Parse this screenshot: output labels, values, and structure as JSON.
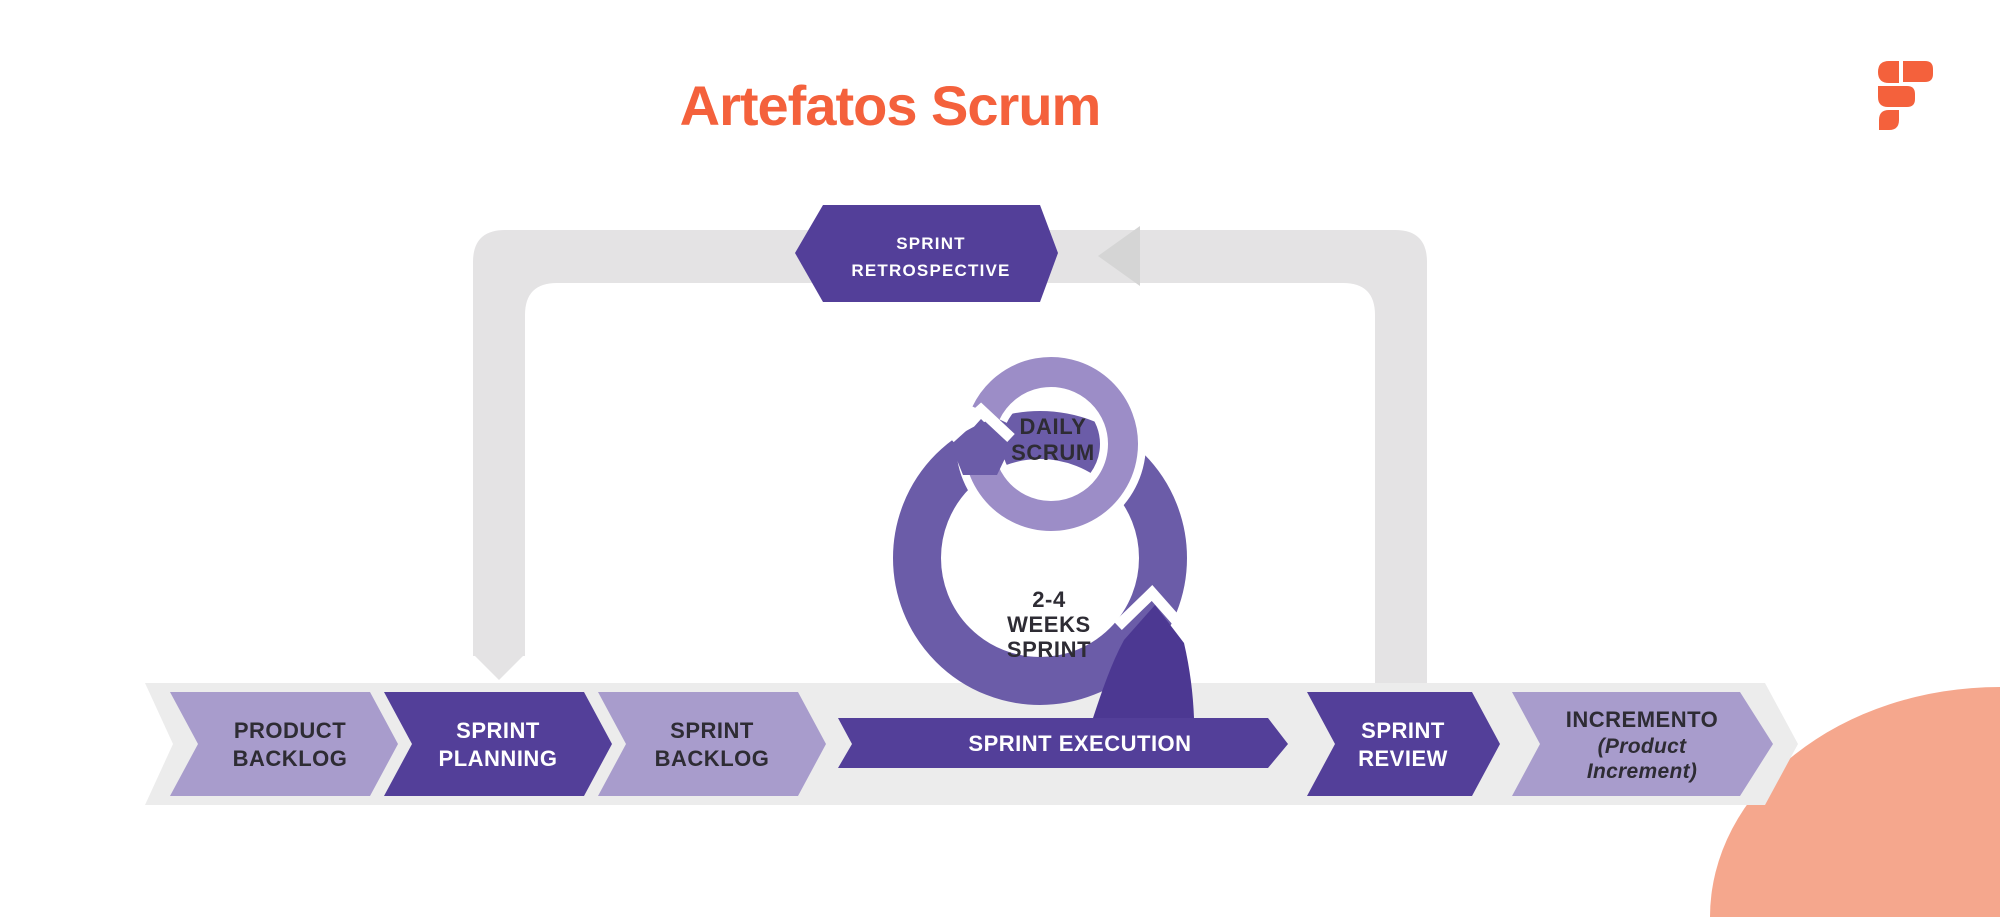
{
  "title": "Artefatos Scrum",
  "logo": {
    "name": "brand-f-logo"
  },
  "colors": {
    "accent_orange": "#F4613C",
    "salmon_corner": "#F5A78D",
    "gray_loop": "#E4E3E4",
    "gray_band": "#ECECEC",
    "gray_flow_arrow": "#D5D5D5",
    "purple_dark": "#533F99",
    "purple_darker": "#4C3892",
    "purple_mid": "#6B5CA8",
    "purple_light": "#A89CCC",
    "purple_light_arc": "#9C8DC7",
    "text_dark": "#2E2C34",
    "text_white": "#FFFFFF"
  },
  "retrospective": {
    "line1": "SPRINT",
    "line2": "RETROSPECTIVE"
  },
  "daily_scrum": {
    "line1": "DAILY",
    "line2": "SCRUM"
  },
  "sprint_cycle": {
    "line1": "2-4",
    "line2": "WEEKS",
    "line3": "SPRINT"
  },
  "steps": {
    "product_backlog": {
      "line1": "PRODUCT",
      "line2": "BACKLOG"
    },
    "sprint_planning": {
      "line1": "SPRINT",
      "line2": "PLANNING"
    },
    "sprint_backlog": {
      "line1": "SPRINT",
      "line2": "BACKLOG"
    },
    "sprint_execution": {
      "line1": "SPRINT EXECUTION"
    },
    "sprint_review": {
      "line1": "SPRINT",
      "line2": "REVIEW"
    },
    "increment": {
      "line1": "INCREMENTO",
      "line2": "(Product",
      "line3": "Increment)"
    }
  }
}
